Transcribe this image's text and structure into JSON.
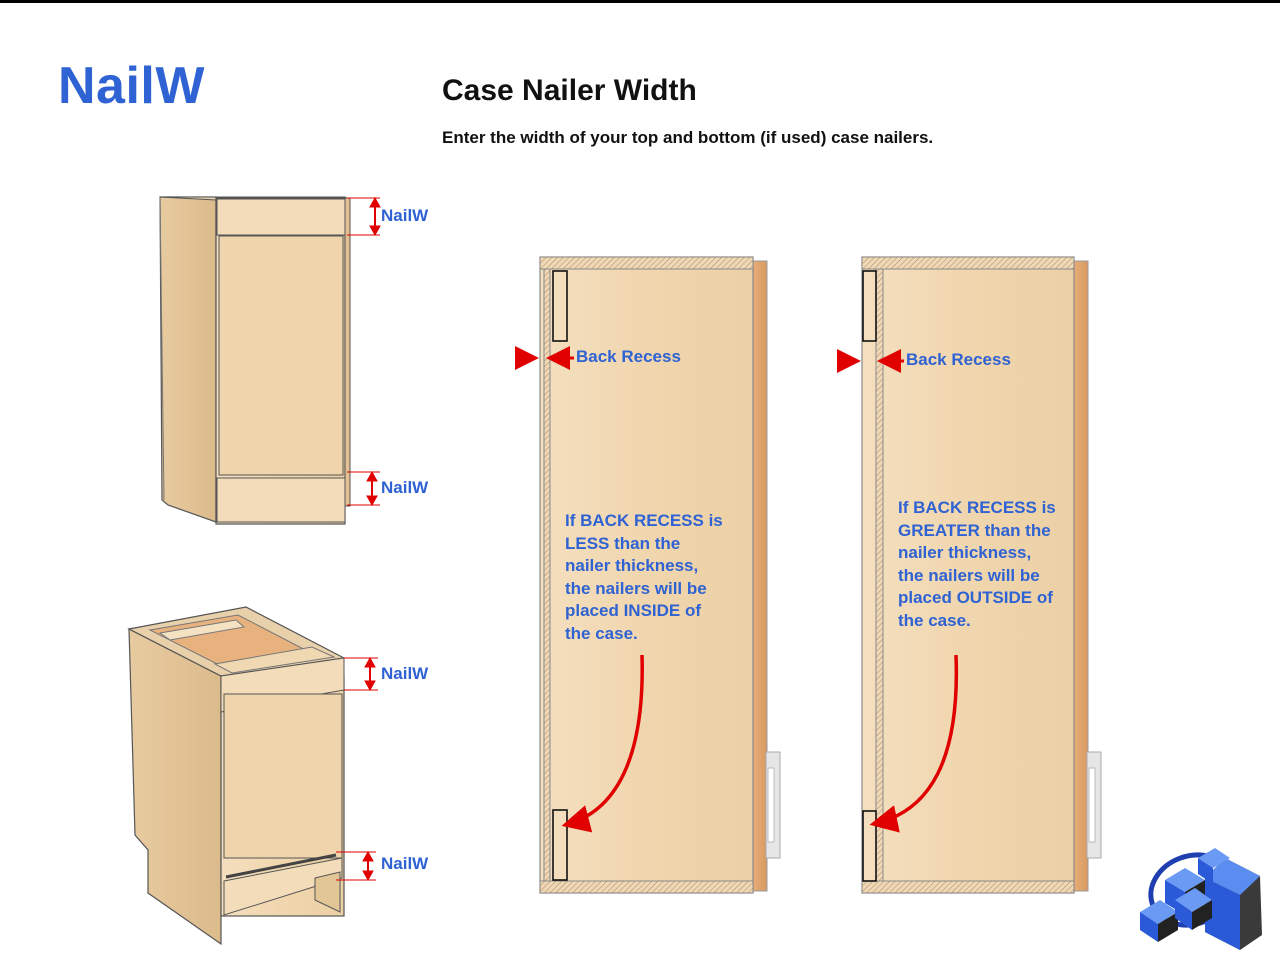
{
  "header": {
    "code": "NailW",
    "title": "Case Nailer Width",
    "subtitle": "Enter the width of your top and bottom (if used) case nailers."
  },
  "dimension_labels": {
    "upper_top": "NailW",
    "upper_bottom": "NailW",
    "lower_top": "NailW",
    "lower_bottom": "NailW"
  },
  "section_left": {
    "back_recess_label": "Back Recess",
    "note_lines": [
      "If BACK RECESS is",
      "LESS than the",
      "nailer thickness,",
      "the nailers will be",
      "placed INSIDE of",
      "the case."
    ]
  },
  "section_right": {
    "back_recess_label": "Back Recess",
    "note_lines": [
      "If BACK RECESS is",
      "GREATER than the",
      "nailer thickness,",
      "the nailers will be",
      "placed OUTSIDE of",
      "the case."
    ]
  },
  "colors": {
    "accent_blue": "#2f62d3",
    "arrow_red": "#e00000",
    "wood_light": "#f1d9b4",
    "wood_edge": "#e0a772"
  },
  "logo": {
    "icon": "cube-logo-icon"
  }
}
